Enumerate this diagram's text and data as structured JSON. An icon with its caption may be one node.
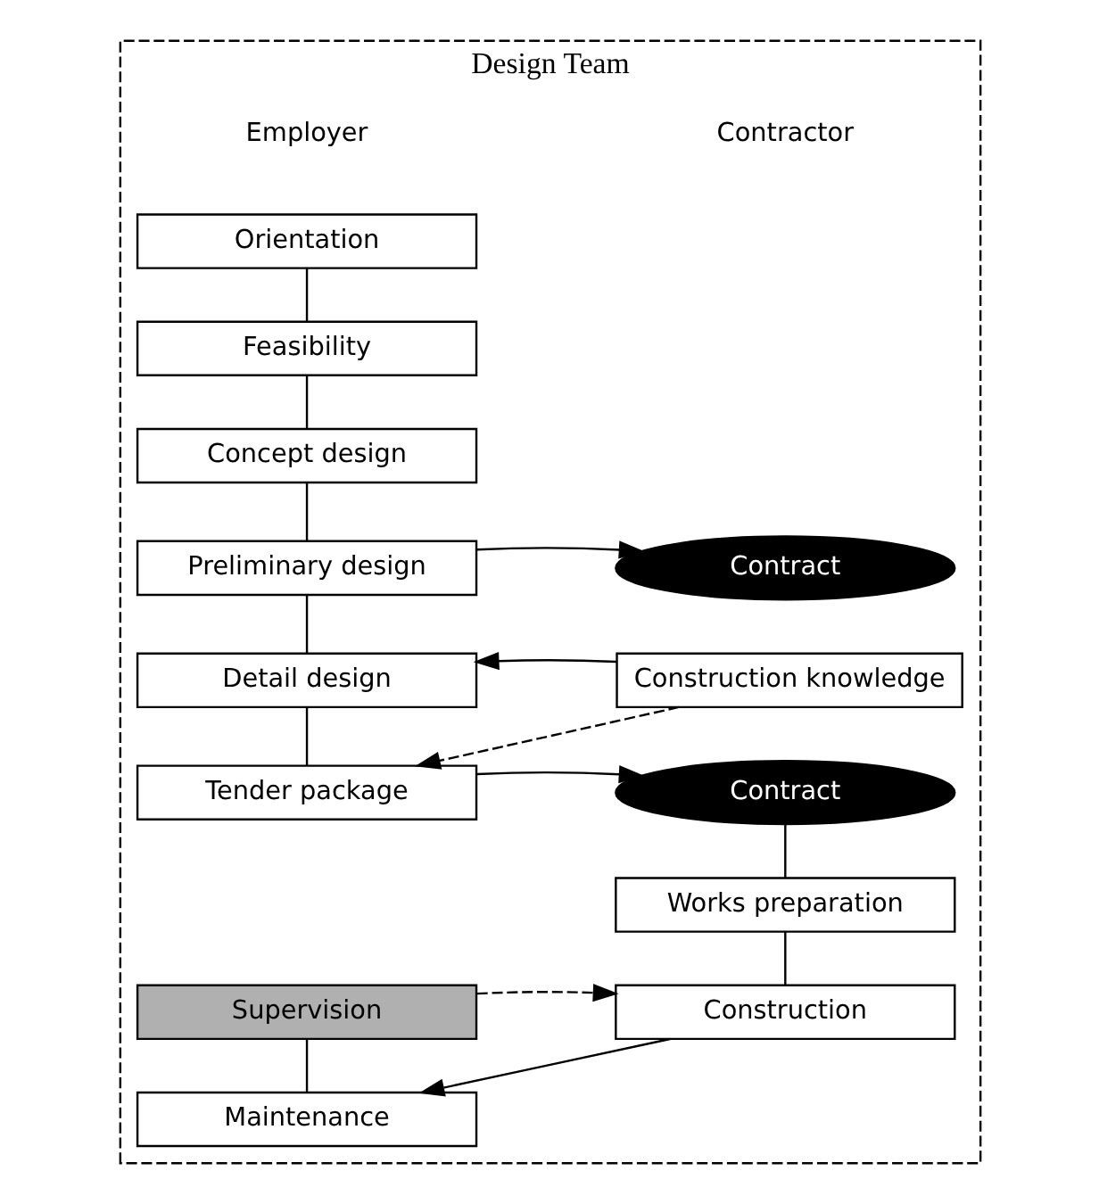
{
  "diagram": {
    "nodes": [
      {
        "text": [
          "Design Team"
        ]
      },
      {
        "text": [
          "Orientation"
        ],
        "in": 0
      },
      {
        "text": [
          "Feasibility"
        ],
        "in": 0
      },
      {
        "text": [
          "Concept design"
        ],
        "in": 0
      },
      {
        "text": [
          "Preliminary design"
        ],
        "in": 0
      },
      {
        "text": [
          "Contract"
        ],
        "in": 0
      },
      {
        "text": [
          "Detail design"
        ],
        "in": 0
      },
      {
        "text": [
          "Construction knowledge"
        ],
        "in": 0
      },
      {
        "text": [
          "Tender package"
        ],
        "in": 0
      },
      {
        "text": [
          "Contract"
        ],
        "in": 0
      },
      {
        "text": [
          "Works preparation"
        ],
        "in": 0
      },
      {
        "text": [
          "Supervision"
        ],
        "in": 0
      },
      {
        "text": [
          "Construction"
        ],
        "in": 0
      },
      {
        "text": [
          "Maintenance"
        ],
        "in": 0
      }
    ],
    "edges": [
      {
        "from": 1,
        "to": 2,
        "arrow": "none"
      },
      {
        "from": 2,
        "to": 3,
        "arrow": "none"
      },
      {
        "from": 3,
        "to": 4,
        "arrow": "none"
      },
      {
        "from": 4,
        "to": 5,
        "arrow": "to"
      },
      {
        "from": 4,
        "to": 6,
        "arrow": "none"
      },
      {
        "from": 7,
        "to": 6,
        "arrow": "to"
      },
      {
        "from": 6,
        "to": 8,
        "arrow": "none"
      },
      {
        "from": 7,
        "to": 8,
        "arrow": "to",
        "style": "dashed"
      },
      {
        "from": 8,
        "to": 9,
        "arrow": "to"
      },
      {
        "from": 9,
        "to": 10,
        "arrow": "none"
      },
      {
        "from": 10,
        "to": 12,
        "arrow": "none"
      },
      {
        "from": 11,
        "to": 12,
        "arrow": "to",
        "style": "dashed"
      },
      {
        "from": 11,
        "to": 13,
        "arrow": "none"
      },
      {
        "from": 12,
        "to": 13,
        "arrow": "to"
      }
    ],
    "labels": [
      "Employer",
      "Contractor"
    ]
  }
}
